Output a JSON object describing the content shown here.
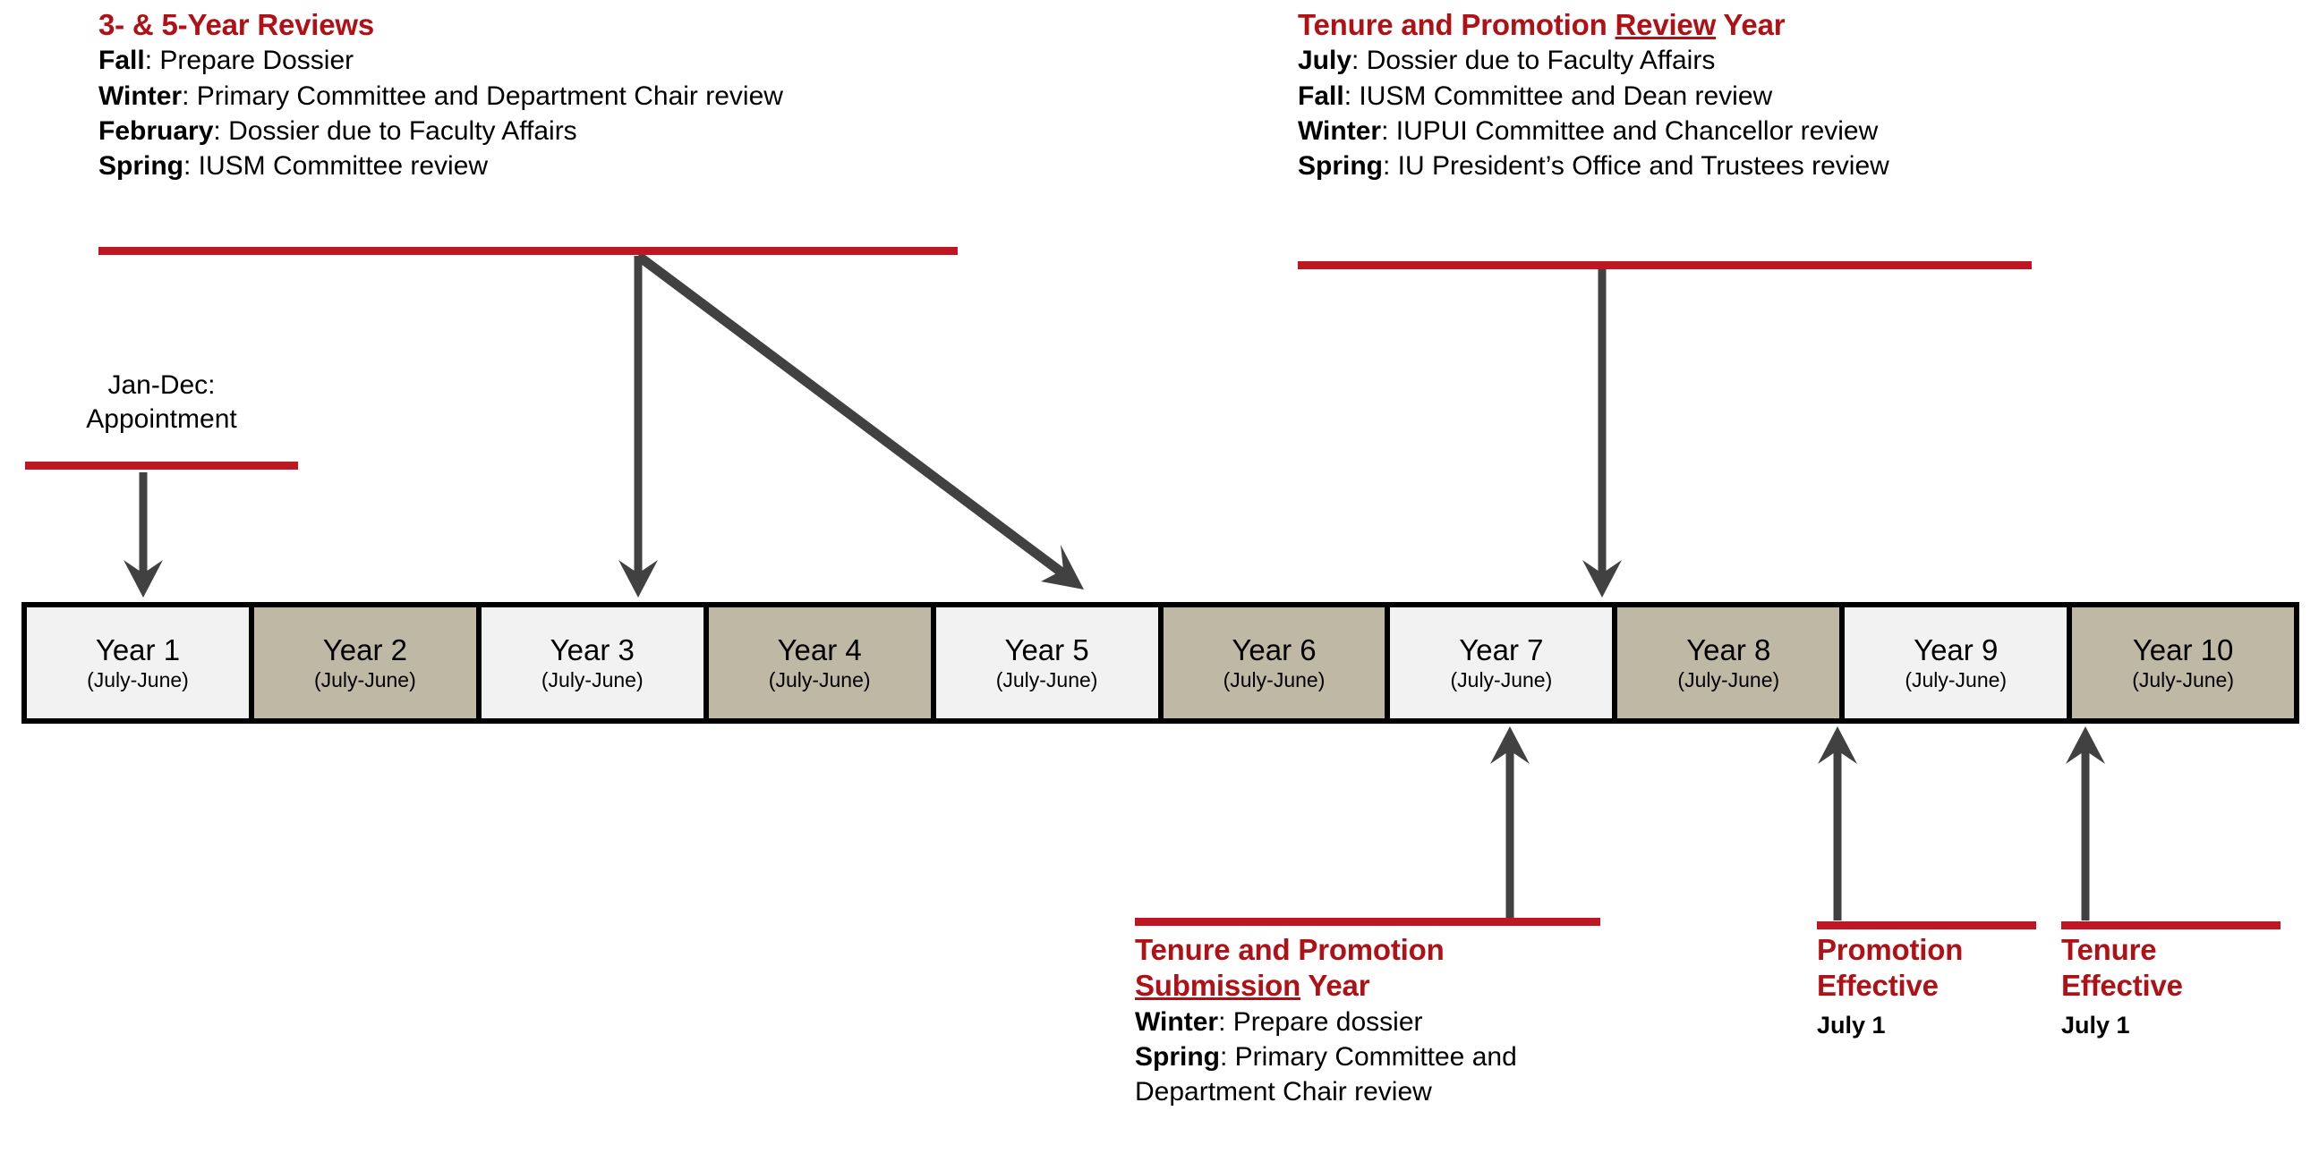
{
  "colors": {
    "accent_red": "#BE1622",
    "heading_red": "#B01116",
    "arrow_gray": "#414141",
    "year_light": "#F2F2F2",
    "year_tan": "#BFB8A5",
    "border_black": "#000000"
  },
  "blocks": {
    "reviews": {
      "title": "3- & 5-Year Reviews",
      "items": [
        {
          "term": "Fall",
          "sep": ": ",
          "text": "Prepare Dossier"
        },
        {
          "term": "Winter",
          "sep": ": ",
          "text": "Primary Committee and Department Chair review"
        },
        {
          "term": "February",
          "sep": ": ",
          "text": "Dossier due to Faculty Affairs"
        },
        {
          "term": "Spring",
          "sep": ": ",
          "text": "IUSM Committee review"
        }
      ]
    },
    "review_year": {
      "title_pre": "Tenure and Promotion ",
      "title_underlined": "Review",
      "title_post": " Year",
      "items": [
        {
          "term": "July",
          "sep": ": ",
          "text": "Dossier due to Faculty Affairs"
        },
        {
          "term": "Fall",
          "sep": ": ",
          "text": "IUSM Committee and Dean review"
        },
        {
          "term": "Winter",
          "sep": ": ",
          "text": "IUPUI Committee and Chancellor review"
        },
        {
          "term": "Spring",
          "sep": ": ",
          "text": "IU President’s Office and Trustees review"
        }
      ]
    },
    "appointment": {
      "line1": "Jan-Dec:",
      "line2": "Appointment"
    },
    "submission_year": {
      "title_pre": "Tenure and Promotion ",
      "title_underlined": "Submission",
      "title_post": " Year",
      "items": [
        {
          "term": "Winter",
          "sep": ": ",
          "text": "Prepare dossier"
        },
        {
          "term": "Spring",
          "sep": ": ",
          "text": "Primary Committee and Department Chair review"
        }
      ]
    },
    "promotion_effective": {
      "title_line1": "Promotion",
      "title_line2": "Effective",
      "note": "July 1"
    },
    "tenure_effective": {
      "title_line1": "Tenure",
      "title_line2": "Effective",
      "note": "July 1"
    }
  },
  "timeline": {
    "years": [
      {
        "name": "Year 1",
        "span": "(July-June)",
        "shade": "light"
      },
      {
        "name": "Year 2",
        "span": "(July-June)",
        "shade": "tan"
      },
      {
        "name": "Year 3",
        "span": "(July-June)",
        "shade": "light"
      },
      {
        "name": "Year 4",
        "span": "(July-June)",
        "shade": "tan"
      },
      {
        "name": "Year 5",
        "span": "(July-June)",
        "shade": "light"
      },
      {
        "name": "Year 6",
        "span": "(July-June)",
        "shade": "tan"
      },
      {
        "name": "Year 7",
        "span": "(July-June)",
        "shade": "light"
      },
      {
        "name": "Year 8",
        "span": "(July-June)",
        "shade": "tan"
      },
      {
        "name": "Year 9",
        "span": "(July-June)",
        "shade": "light"
      },
      {
        "name": "Year 10",
        "span": "(July-June)",
        "shade": "tan"
      }
    ]
  },
  "connectors": [
    {
      "name": "appointment-to-year1",
      "direction": "down",
      "from_year": null,
      "to_year": "Year 1"
    },
    {
      "name": "reviews-to-year3",
      "direction": "down",
      "from_year": null,
      "to_year": "Year 3"
    },
    {
      "name": "reviews-to-year5-diagonal",
      "direction": "diagonal-down-right",
      "from_year": null,
      "to_year": "Year 5"
    },
    {
      "name": "review-year-to-year8",
      "direction": "down",
      "from_year": null,
      "to_year": "Year 8"
    },
    {
      "name": "submission-year-to-year7",
      "direction": "up",
      "from_year": null,
      "to_year": "Year 7"
    },
    {
      "name": "promotion-effective-to-year9",
      "direction": "up",
      "from_year": null,
      "to_year": "Year 9"
    },
    {
      "name": "tenure-effective-to-year10",
      "direction": "up",
      "from_year": null,
      "to_year": "Year 10"
    }
  ]
}
